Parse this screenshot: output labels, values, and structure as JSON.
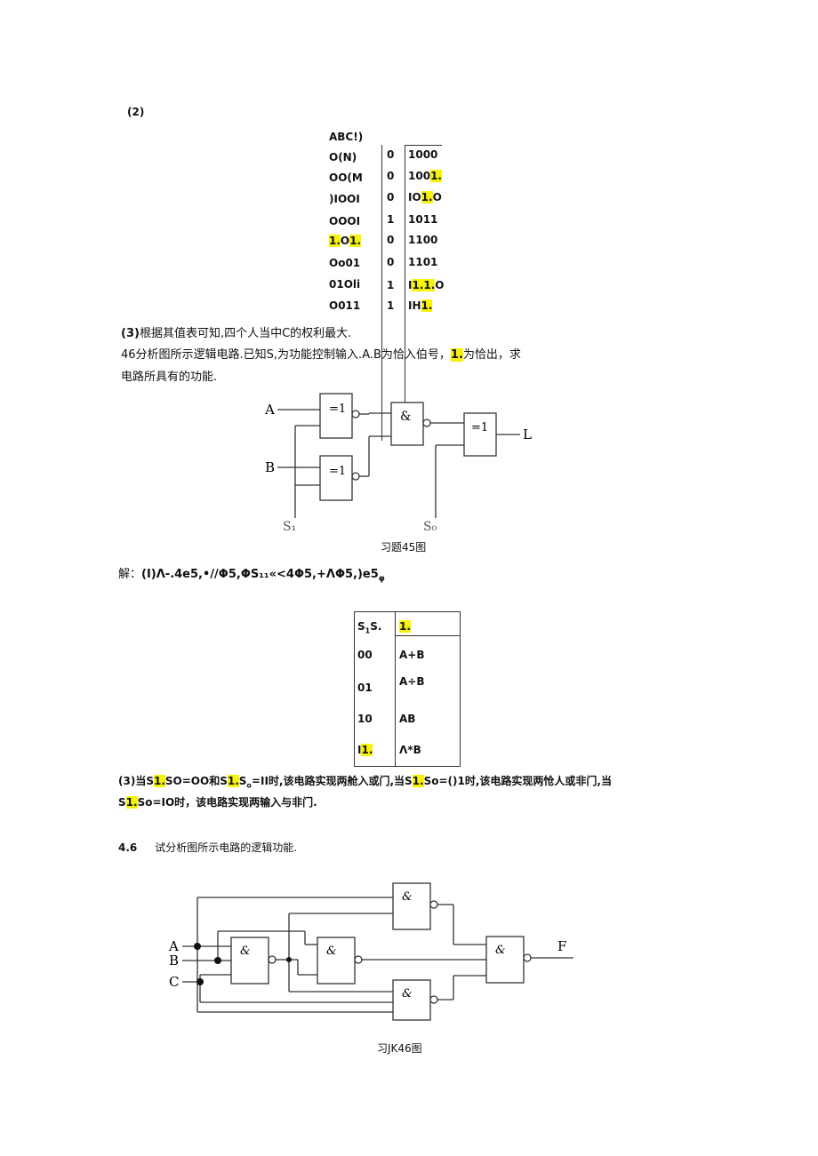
{
  "p2_label": "(2)",
  "truth_table": {
    "header": "ABC!)",
    "rows": [
      {
        "left": "O(N)",
        "mid": "0",
        "right": "1000"
      },
      {
        "left": "OO(M",
        "mid": "0",
        "right_pre": "100",
        "right_hl": "1.",
        "right_post": ""
      },
      {
        "left": ")IOOI",
        "mid": "0",
        "right_pre": "IO",
        "right_hl": "1.",
        "right_post": "O"
      },
      {
        "left": "OOOI",
        "mid": "1",
        "right": "1011"
      },
      {
        "left_hl_a": "1.",
        "left_mid": "O",
        "left_hl_b": "1.",
        "mid": "0",
        "right": "1100"
      },
      {
        "left": "Oo01",
        "mid": "0",
        "right": "1101"
      },
      {
        "left": "01Oli",
        "mid": "1",
        "right_pre": "I",
        "right_hl": "1.1.",
        "right_post": "O"
      },
      {
        "left": "O011",
        "mid": "1",
        "right_pre": "IH",
        "right_hl": "1.",
        "right_post": ""
      }
    ]
  },
  "para3": {
    "prefix": "(3)",
    "text": "根据其值表可知,四个人当中C的权利最大."
  },
  "q45": {
    "line1_a": "46分析图所示逻辑电路.已知S,为功能控制输入.A.B为恰入伯号，",
    "line1_hl": "1.",
    "line1_b": "为恰出，求",
    "line2": "电路所具有的功能."
  },
  "fig45": {
    "label_a": "A",
    "label_b": "B",
    "label_l": "L",
    "label_s1": "S₁",
    "label_s0": "S₀",
    "gate_xor": "=1",
    "gate_and": "&",
    "caption": "习题45图"
  },
  "solution": {
    "prefix": "解：",
    "formula": "(I)Λ-.4e5,•//Φ5,ΦS₁₁«<4Φ5,+ΛΦ5,)e5",
    "sub": "φ"
  },
  "func_table": {
    "header_left_a": "S",
    "header_left_sub": "1",
    "header_left_b": "S.",
    "header_right_hl": "1.",
    "rows": [
      {
        "left": "00",
        "right": "A+B"
      },
      {
        "left": "01",
        "right": "A÷B"
      },
      {
        "left": "10",
        "right": "AB"
      },
      {
        "left_pre": "I",
        "left_hl": "1.",
        "right": "Λ*B"
      }
    ]
  },
  "para_s": {
    "l1_t1": "(3)当S",
    "l1_h1": "1.",
    "l1_t2": "SO=OO和S",
    "l1_h2": "1.",
    "l1_t3": "S",
    "l1_t3_sub": "o",
    "l1_t4": "=II时,该电路实现两舱入或门,当S",
    "l1_h3": "1.",
    "l1_t5": "So=()1时,该电路实现两怆人或非门,当",
    "l2_t1": "S",
    "l2_h1": "1.",
    "l2_t2": "So=IO时，该电路实现两输入与非门."
  },
  "q46": {
    "number": "4.6",
    "text": "试分析图所示电路的逻辑功能."
  },
  "fig46": {
    "label_a": "A",
    "label_b": "B",
    "label_c": "C",
    "label_f": "F",
    "gate_and": "&",
    "caption": "习JK46图"
  }
}
